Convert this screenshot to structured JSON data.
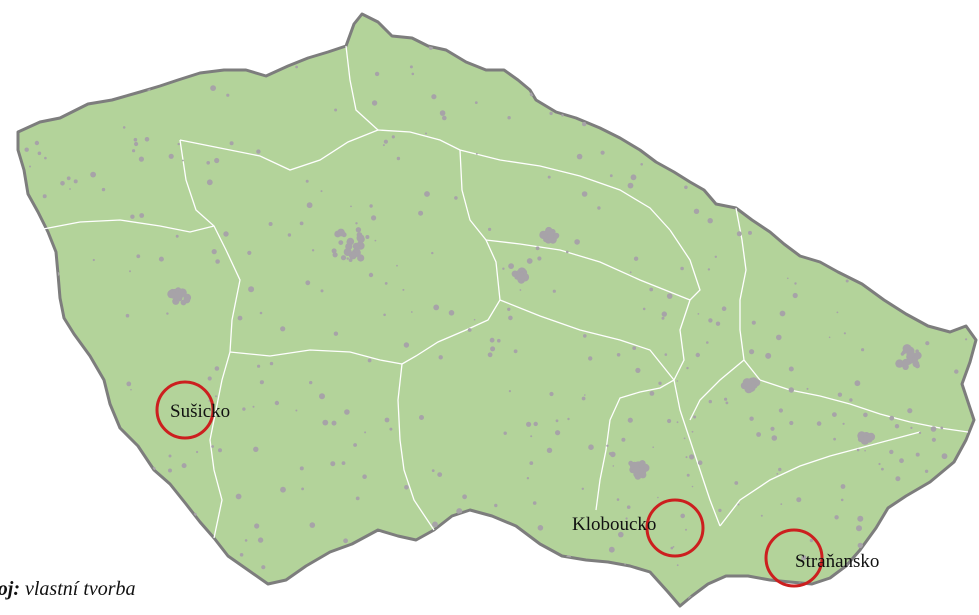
{
  "map": {
    "colors": {
      "land": "#b3d39a",
      "outline": "#7d7d7d",
      "borders": "#ffffff",
      "settlements": "#a7a3a8",
      "circles": "#cc1f1f"
    },
    "places": [
      {
        "name": "Sušicko"
      },
      {
        "name": "Kloboucko"
      },
      {
        "name": "Straňansko"
      }
    ],
    "source": {
      "prefix": "roj:",
      "text": " vlastní tvorba"
    }
  }
}
